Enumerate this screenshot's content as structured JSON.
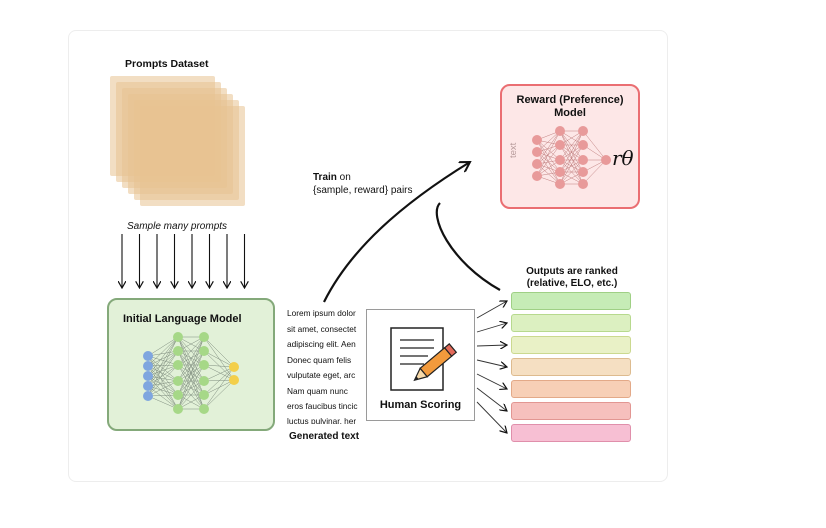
{
  "prompts_dataset": {
    "title": "Prompts Dataset",
    "sample_label": "Sample many prompts"
  },
  "initial_model": {
    "title": "Initial Language Model"
  },
  "reward_model": {
    "title": "Reward (Preference) Model",
    "input_label": "text",
    "output_symbol": "rθ"
  },
  "train": {
    "bold": "Train",
    "rest": " on",
    "line2": "{sample, reward} pairs"
  },
  "generated": {
    "lines": [
      "Lorem ipsum dolor",
      "sit amet, consectet",
      "adipiscing elit. Aen",
      "Donec quam felis",
      "vulputate eget, arc",
      "Nam quam nunc",
      "eros faucibus tincic",
      "luctus pulvinar, her"
    ],
    "label": "Generated text"
  },
  "human_scoring": {
    "title": "Human Scoring"
  },
  "outputs": {
    "title": "Outputs are ranked (relative, ELO, etc.)",
    "ranks": [
      {
        "fill": "#c6ecb6",
        "border": "#9fd085"
      },
      {
        "fill": "#dcf0c1",
        "border": "#b7d98e"
      },
      {
        "fill": "#e9f1c6",
        "border": "#cbd98f"
      },
      {
        "fill": "#f5dfc2",
        "border": "#ddbb8f"
      },
      {
        "fill": "#f7cfb6",
        "border": "#e3a988"
      },
      {
        "fill": "#f6c0bd",
        "border": "#e29692"
      },
      {
        "fill": "#f7bfd3",
        "border": "#e08fab"
      }
    ]
  },
  "colors": {
    "ilm_input": "#7fa6df",
    "ilm_hidden": "#a6d887",
    "ilm_output": "#f3cf4a",
    "rm_node": "#e89a9a",
    "stack": "#e8c391",
    "pencil": "#f29a3c"
  }
}
